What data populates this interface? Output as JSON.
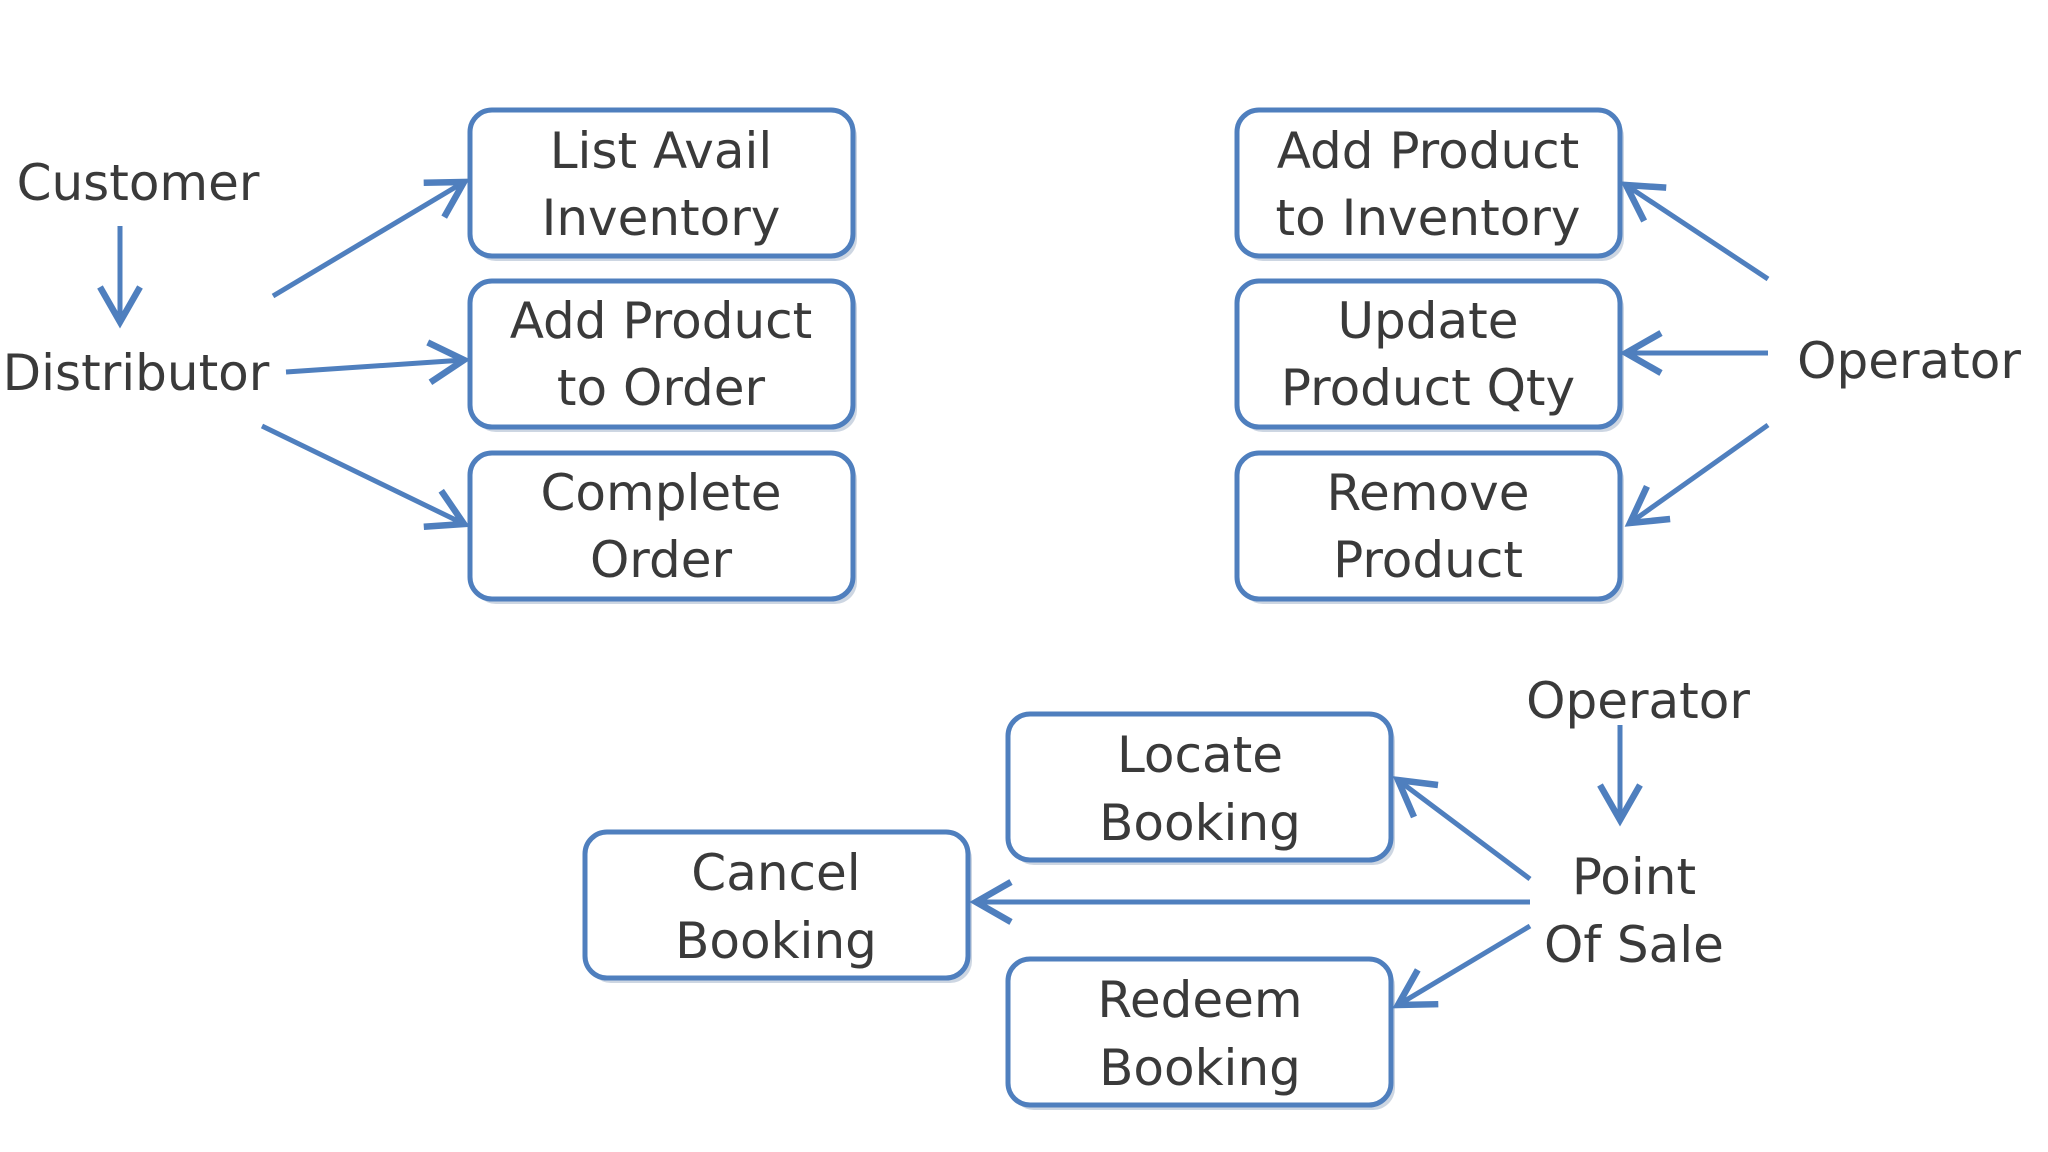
{
  "colors": {
    "box_border": "#4f7fbe",
    "arrow": "#4f7fbe",
    "text": "#3a3a3a",
    "background": "#ffffff"
  },
  "actors": {
    "customer": "Customer",
    "distributor": "Distributor",
    "operator_top": "Operator",
    "operator_bottom": "Operator",
    "pos_line1": "Point",
    "pos_line2": "Of Sale"
  },
  "boxes": {
    "list_inventory": [
      "List Avail",
      "Inventory"
    ],
    "add_to_order": [
      "Add Product",
      "to Order"
    ],
    "complete_order": [
      "Complete",
      "Order"
    ],
    "add_to_inventory": [
      "Add Product",
      "to Inventory"
    ],
    "update_qty": [
      "Update",
      "Product Qty"
    ],
    "remove_product": [
      "Remove",
      "Product"
    ],
    "locate_booking": [
      "Locate",
      "Booking"
    ],
    "cancel_booking": [
      "Cancel",
      "Booking"
    ],
    "redeem_booking": [
      "Redeem",
      "Booking"
    ]
  }
}
